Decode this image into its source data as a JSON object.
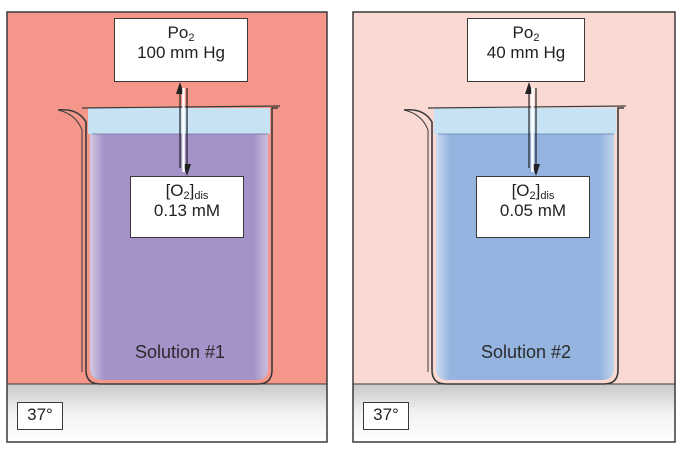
{
  "panels": [
    {
      "po2_symbol": "Po",
      "po2_subscript": "2",
      "po2_value": "100 mm Hg",
      "o2_bracket_open": "[O",
      "o2_bracket_sub": "2",
      "o2_bracket_close": "]",
      "o2_dis_sub": "dis",
      "o2_value": "0.13 mM",
      "solution_label": "Solution #1",
      "temperature": "37°",
      "background_color": "#f4978a",
      "liquid_color": "#a08cc6"
    },
    {
      "po2_symbol": "Po",
      "po2_subscript": "2",
      "po2_value": "40 mm Hg",
      "o2_bracket_open": "[O",
      "o2_bracket_sub": "2",
      "o2_bracket_close": "]",
      "o2_dis_sub": "dis",
      "o2_value": "0.05 mM",
      "solution_label": "Solution #2",
      "temperature": "37°",
      "background_color": "#fbd9d3",
      "liquid_color": "#8fb0dd"
    }
  ],
  "colors": {
    "bench": "#d9d9d9",
    "border": "#3a3a3a",
    "glass_rim": "#cfe6f5",
    "headspace": "#b9dcf0"
  }
}
